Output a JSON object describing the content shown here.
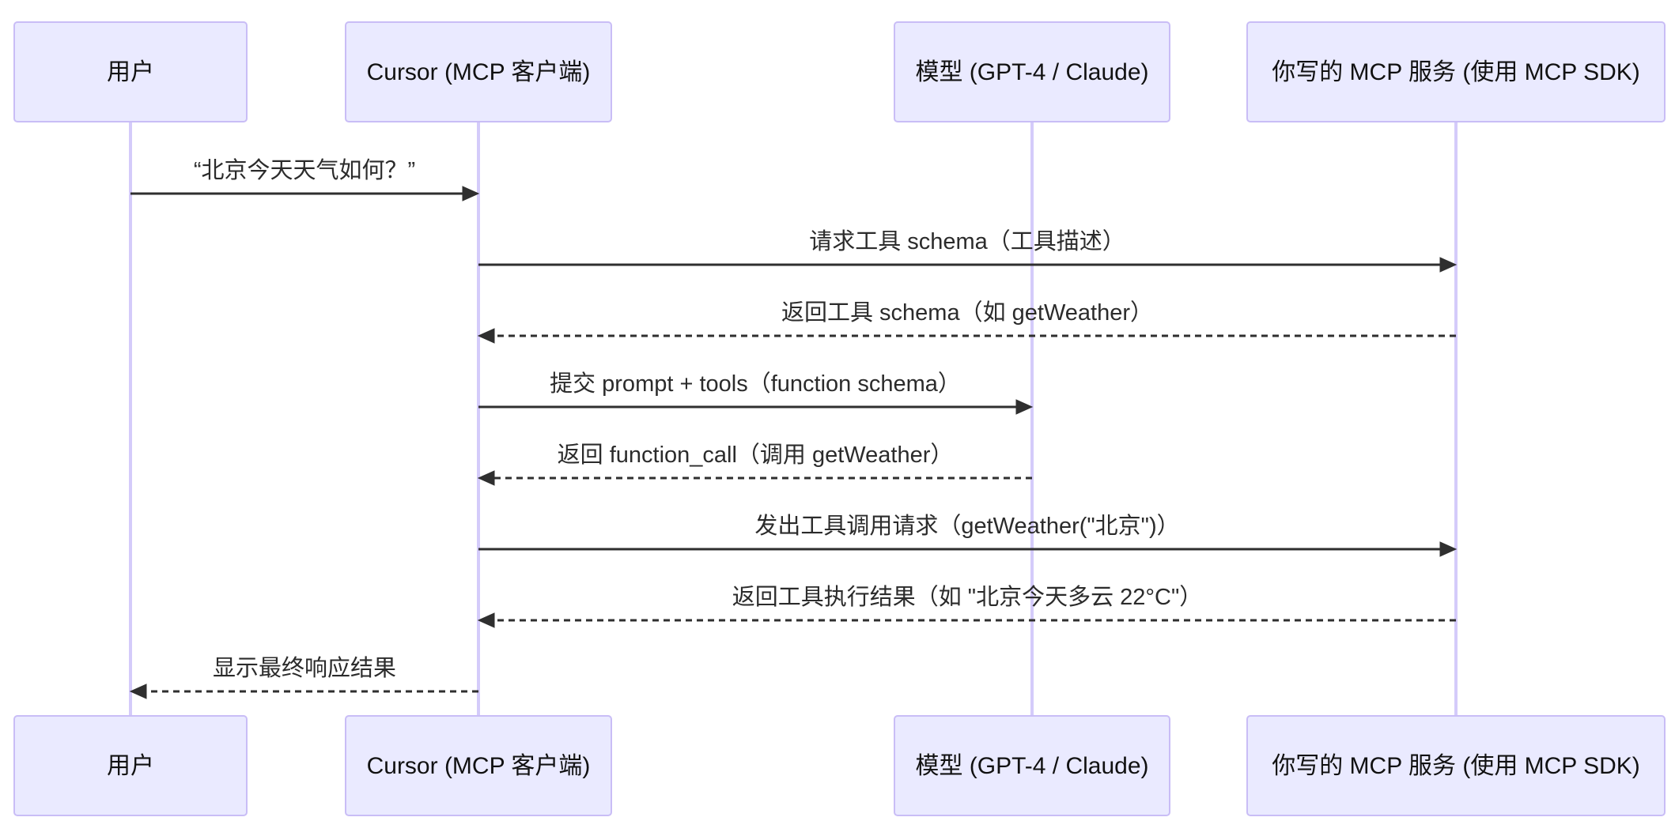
{
  "participants": [
    {
      "id": "user",
      "label": "用户"
    },
    {
      "id": "cursor",
      "label": "Cursor (MCP 客户端)"
    },
    {
      "id": "model",
      "label": "模型 (GPT-4 / Claude)"
    },
    {
      "id": "mcp",
      "label": "你写的 MCP 服务 (使用 MCP SDK)"
    }
  ],
  "messages": [
    {
      "from": "user",
      "to": "cursor",
      "label": "“北京今天天气如何？”",
      "style": "solid"
    },
    {
      "from": "cursor",
      "to": "mcp",
      "label": "请求工具 schema（工具描述）",
      "style": "solid"
    },
    {
      "from": "mcp",
      "to": "cursor",
      "label": "返回工具 schema（如 getWeather）",
      "style": "dashed"
    },
    {
      "from": "cursor",
      "to": "model",
      "label": "提交 prompt + tools（function schema）",
      "style": "solid"
    },
    {
      "from": "model",
      "to": "cursor",
      "label": "返回 function_call（调用 getWeather）",
      "style": "dashed"
    },
    {
      "from": "cursor",
      "to": "mcp",
      "label": "发出工具调用请求（getWeather(\"北京\")）",
      "style": "solid"
    },
    {
      "from": "mcp",
      "to": "cursor",
      "label": "返回工具执行结果（如 \"北京今天多云 22°C\"）",
      "style": "dashed"
    },
    {
      "from": "cursor",
      "to": "user",
      "label": "显示最终响应结果",
      "style": "dashed"
    }
  ],
  "colors": {
    "actor_fill": "#eaeaff",
    "actor_border": "#c9bdf6",
    "lifeline": "#d4cbfa",
    "arrow": "#2f2f2f",
    "text": "#2b2b2b"
  }
}
